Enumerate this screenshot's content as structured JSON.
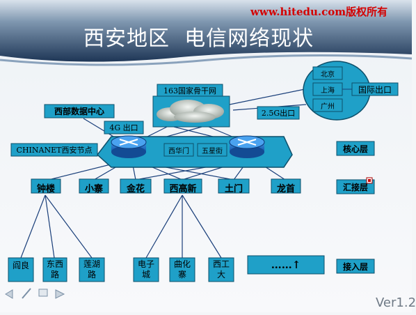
{
  "watermark": "www.hitedu.com版权所有",
  "title": "西安地区  电信网络现状",
  "backbone": "163国家骨干网",
  "west_dc": "西部数据中心",
  "west_dc_link": "4G 出口",
  "chinanet": "CHINANET西安节点",
  "intl_link": "2.5G出口",
  "intl_exit": "国际出口",
  "cities": [
    "北京",
    "上海",
    "广州"
  ],
  "core_sites": [
    "西华门",
    "五星街"
  ],
  "layers": {
    "core": "核心层",
    "aggregation": "汇接层",
    "access": "接入层"
  },
  "aggregation_nodes": [
    "钟楼",
    "小寨",
    "金花",
    "西高新",
    "土门",
    "龙首"
  ],
  "access_nodes": [
    "阎良",
    "东西路",
    "莲湖路",
    "电子城",
    "曲化寨",
    "西工大"
  ],
  "more_nodes": "……↑",
  "version": "Ver1.2",
  "colors": {
    "box": "#1fa0c8",
    "box_border": "#0d4f6a",
    "link": "#1a3f7a",
    "title_bg": "#2a3f5a"
  }
}
